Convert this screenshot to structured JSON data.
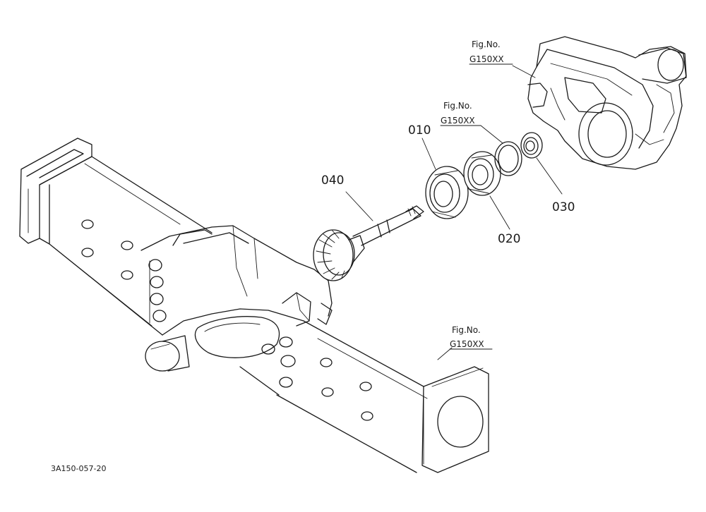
{
  "diagram": {
    "parts": [
      {
        "number": "010"
      },
      {
        "number": "020"
      },
      {
        "number": "030"
      },
      {
        "number": "040"
      }
    ],
    "figure_references": [
      {
        "line1": "Fig.No.",
        "line2": "G150XX"
      },
      {
        "line1": "Fig.No.",
        "line2": "G150XX"
      },
      {
        "line1": "Fig.No.",
        "line2": "G150XX"
      }
    ],
    "drawing_code": "3A150-057-20"
  }
}
